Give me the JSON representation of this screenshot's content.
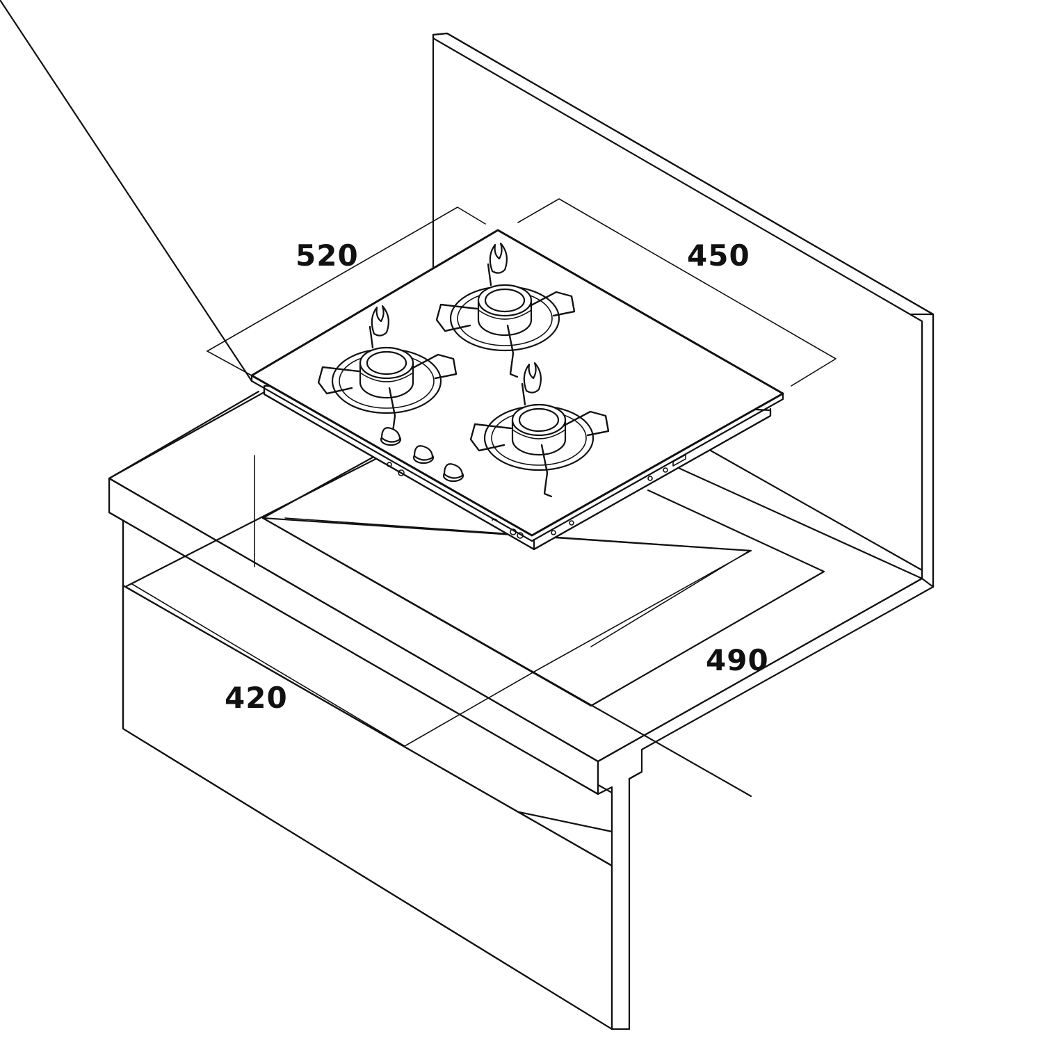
{
  "dimensions": {
    "hob_width": "520",
    "hob_depth": "450",
    "cutout_depth": "420",
    "cutout_width": "490"
  },
  "burners": [
    {
      "id": "rear-burner"
    },
    {
      "id": "left-burner"
    },
    {
      "id": "right-burner"
    }
  ],
  "knobs": [
    {
      "id": "knob-1"
    },
    {
      "id": "knob-2"
    },
    {
      "id": "knob-3"
    }
  ],
  "colors": {
    "line": "#111111",
    "background": "#ffffff"
  }
}
